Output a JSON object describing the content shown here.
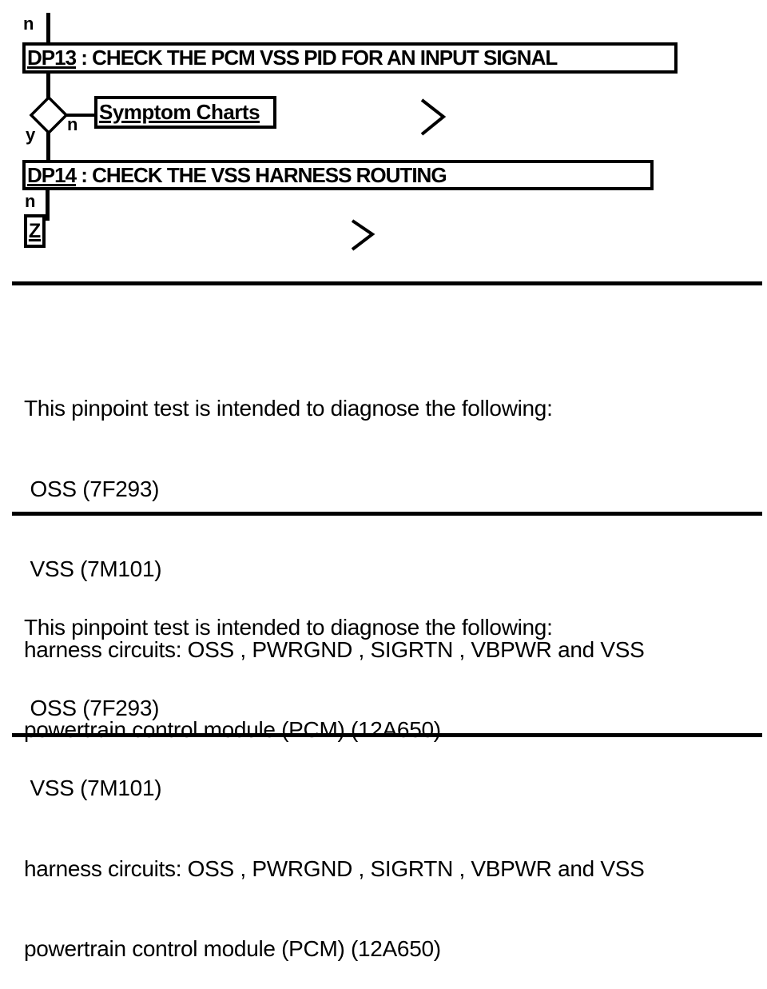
{
  "page": {
    "background_color": "#ffffff",
    "ink_color": "#000000"
  },
  "flowchart": {
    "entry_label": "n",
    "dp13": {
      "code": "DP13",
      "separator": " : ",
      "title": "CHECK THE PCM VSS PID FOR AN INPUT SIGNAL"
    },
    "decision": {
      "yes_label": "y",
      "no_label": "n"
    },
    "symptom_charts": {
      "label": "Symptom Charts"
    },
    "dp14": {
      "code": "DP14",
      "separator": " : ",
      "title": "CHECK THE VSS HARNESS ROUTING"
    },
    "dp14_no_label": "n",
    "connector": {
      "label": "Z"
    }
  },
  "sections": [
    {
      "lines": [
        "This pinpoint test is intended to diagnose the following:",
        " OSS (7F293)",
        " VSS (7M101)",
        "harness circuits: OSS , PWRGND , SIGRTN , VBPWR and VSS",
        "powertrain control module (PCM) (12A650)"
      ]
    },
    {
      "lines": [
        "This pinpoint test is intended to diagnose the following:",
        " OSS (7F293)",
        " VSS (7M101)",
        "harness circuits: OSS , PWRGND , SIGRTN , VBPWR and VSS",
        "powertrain control module (PCM) (12A650)"
      ]
    }
  ]
}
